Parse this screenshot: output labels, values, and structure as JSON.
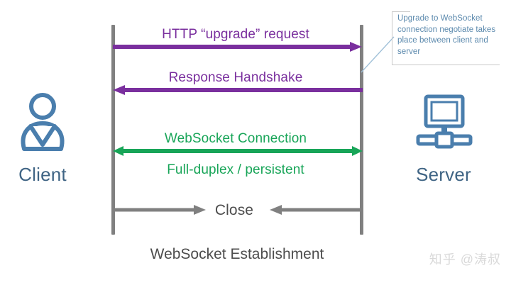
{
  "diagram": {
    "caption": "WebSocket Establishment",
    "watermark": "知乎 @涛叔"
  },
  "endpoints": {
    "client": {
      "label": "Client",
      "icon": "person-icon"
    },
    "server": {
      "label": "Server",
      "icon": "server-monitor-icon"
    }
  },
  "messages": [
    {
      "id": "http-upgrade-request",
      "label": "HTTP “upgrade” request",
      "color": "#7a2f9e",
      "direction": "right"
    },
    {
      "id": "response-handshake",
      "label": "Response Handshake",
      "color": "#7a2f9e",
      "direction": "left"
    },
    {
      "id": "websocket-connection",
      "label": "WebSocket Connection",
      "sublabel": "Full-duplex / persistent",
      "color": "#18a558",
      "direction": "both"
    },
    {
      "id": "close",
      "label": "Close",
      "color": "#808080",
      "direction": "inward"
    }
  ],
  "callout": {
    "text": "Upgrade to WebSocket connection negotiate takes place between client and server",
    "color": "#5b89ad",
    "border_color": "#c9c9c9"
  },
  "colors": {
    "lifeline": "#808080",
    "purple": "#7a2f9e",
    "green": "#18a558",
    "gray": "#808080",
    "endpoint_text": "#3f6484",
    "icon": "#4a7ead"
  }
}
